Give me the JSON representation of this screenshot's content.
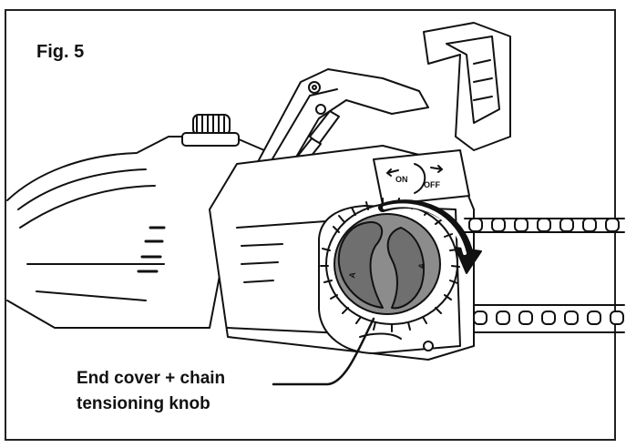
{
  "figure": {
    "label": "Fig. 5"
  },
  "callout": {
    "line1": "End cover + chain",
    "line2": "tensioning knob"
  },
  "switch": {
    "on_label": "ON",
    "off_label": "OFF"
  },
  "colors": {
    "stroke": "#111111",
    "knob_fill": "#8c8c8c",
    "knob_dark": "#6f6f6f"
  }
}
